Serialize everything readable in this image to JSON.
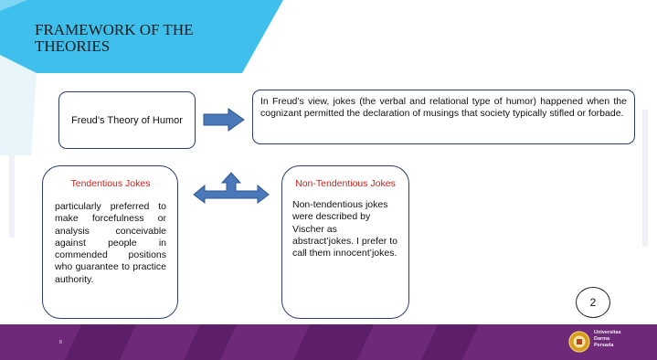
{
  "slide": {
    "title": "FRAMEWORK OF THE THEORIES",
    "page_number": "2",
    "footnote": "8"
  },
  "freud_box": {
    "label": "Freud’s Theory of Humor"
  },
  "description": {
    "text": "In Freud’s view, jokes (the verbal and relational type of humor) happened when the cognizant permitted the declaration of musings that society typically stifled or forbade."
  },
  "tendentious": {
    "title": "Tendentious Jokes",
    "body": "particularly preferred to make forcefulness or analysis conceivable against people in commended positions who guarantee to practice authority."
  },
  "non_tendentious": {
    "title": "Non-Tendentious Jokes",
    "body": "Non-tendentious jokes were described by Vischer as abstract’jokes. I prefer to call them innocent’jokes."
  },
  "footer": {
    "university": [
      "Universitas",
      "Darma",
      "Persada"
    ]
  },
  "colors": {
    "banner": "#3fc0ec",
    "box_border": "#2d3d6e",
    "arrow": "#4a78b8",
    "card_title": "#d0201b",
    "footer": "#6e2a79"
  }
}
